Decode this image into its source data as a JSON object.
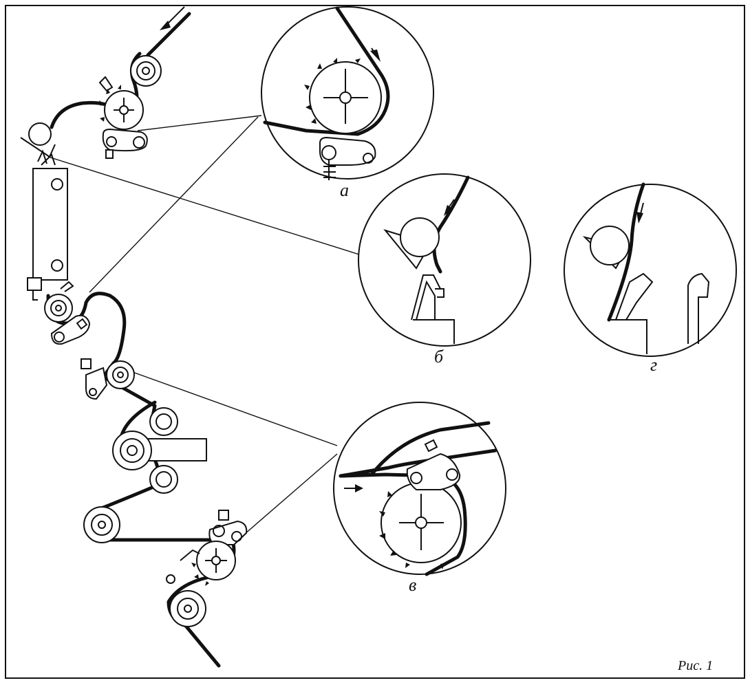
{
  "figure": {
    "caption": "Рис. 1",
    "detail_labels": {
      "a": "а",
      "b": "б",
      "c": "в",
      "d": "г"
    }
  },
  "colors": {
    "ink": "#111111",
    "paper": "#ffffff"
  }
}
